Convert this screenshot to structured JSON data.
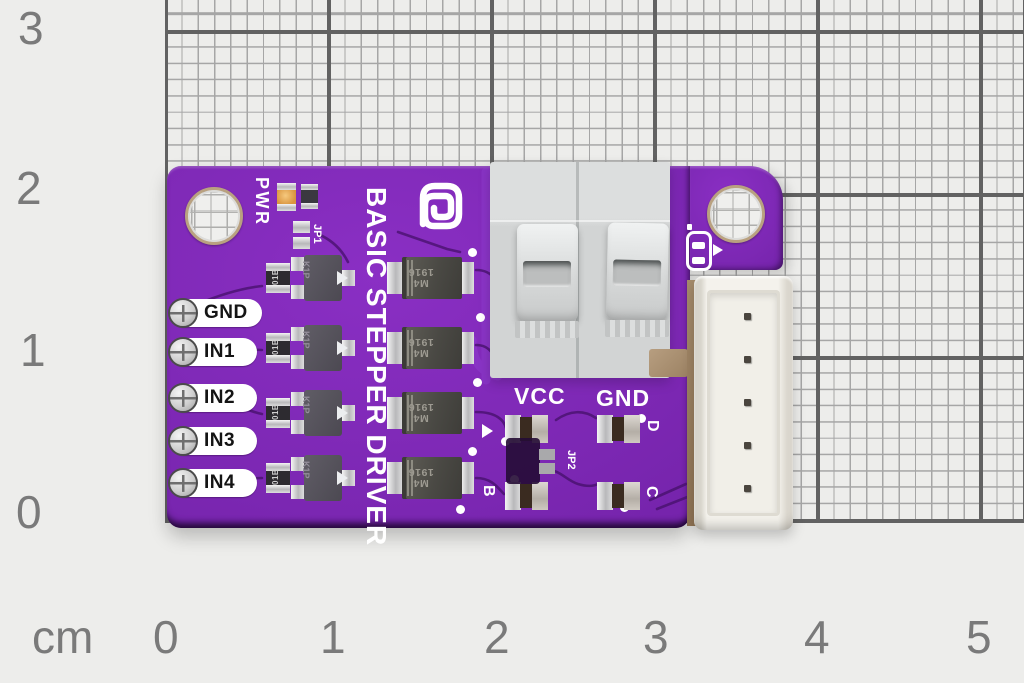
{
  "ruler": {
    "unit": "cm",
    "left_labels": [
      "3",
      "2",
      "1",
      "0"
    ],
    "bottom_labels": [
      "0",
      "1",
      "2",
      "3",
      "4",
      "5"
    ]
  },
  "board": {
    "title": "BASIC STEPPER DRIVER",
    "power_label": "PWR",
    "jumper1_label": "JP1",
    "jumper2_label": "JP2",
    "vcc_label": "VCC",
    "gnd_label": "GND",
    "pin_labels": [
      "GND",
      "IN1",
      "IN2",
      "IN3",
      "IN4"
    ],
    "phase_labels": {
      "b": "B",
      "c": "C",
      "d": "D"
    },
    "diode_marking_line1": "M4",
    "diode_marking_line2": "1916",
    "transistor_marking": "K1P",
    "resistor_marking": "01B"
  },
  "colors": {
    "paper": "#ededeb",
    "grid_minor": "#a6a6a6",
    "grid_major": "#626262",
    "ruler_text": "#7a7a7a",
    "pcb_purple": "#7b27b2",
    "pcb_trace_dark": "#45106a",
    "silkscreen": "#ffffff",
    "terminal_gray": "#d3d5d5",
    "connector_white": "#f2f0ea",
    "led_amber": "#e2a355",
    "pad_silver": "#c8c8ca"
  }
}
